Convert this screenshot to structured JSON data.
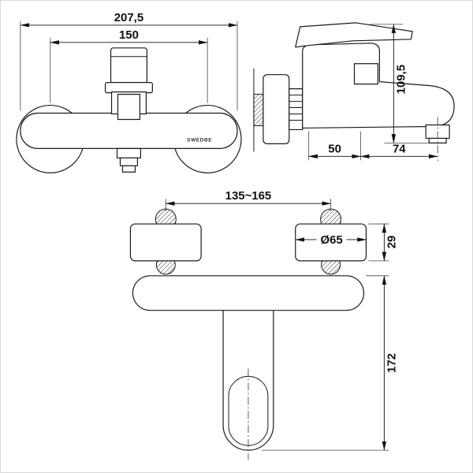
{
  "drawing": {
    "brand_label": "SWEDBE",
    "front_view": {
      "overall_width": "207,5",
      "hole_centers": "150"
    },
    "side_view": {
      "total_height": "109,5",
      "wall_to_body": "50",
      "body_to_spout": "74"
    },
    "top_view": {
      "adjustable_centers": "135~165",
      "escutcheon_diameter": "Ø65",
      "escutcheon_depth": "29",
      "spout_projection": "172"
    }
  }
}
